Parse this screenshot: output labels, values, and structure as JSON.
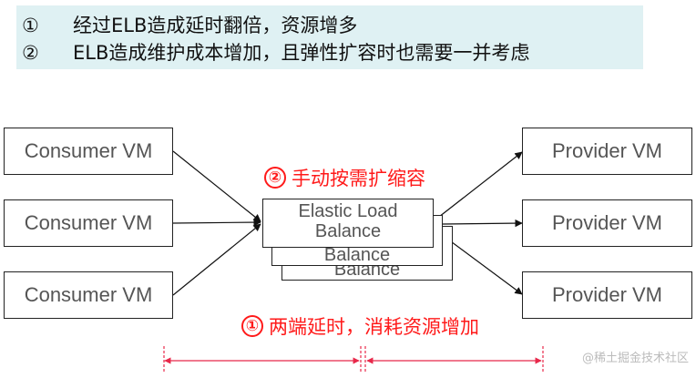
{
  "banner": {
    "line1": {
      "num": "①",
      "text": "经过ELB造成延时翻倍，资源增多"
    },
    "line2": {
      "num": "②",
      "text": "ELB造成维护成本增加，且弹性扩容时也需要一并考虑"
    }
  },
  "consumers": [
    "Consumer VM",
    "Consumer VM",
    "Consumer VM"
  ],
  "providers": [
    "Provider VM",
    "Provider VM",
    "Provider VM"
  ],
  "elb": {
    "front": "Elastic Load Balance",
    "back1": "Balance",
    "back2": "Balance"
  },
  "annotations": {
    "scale": {
      "num": "②",
      "text": "手动按需扩缩容"
    },
    "latency": {
      "num": "①",
      "text": "两端延时，消耗资源增加"
    }
  },
  "watermark": "@稀土掘金技术社区",
  "colors": {
    "accent": "#ff1a1a",
    "banner_bg": "#dff1f3",
    "box_text": "#555555"
  }
}
